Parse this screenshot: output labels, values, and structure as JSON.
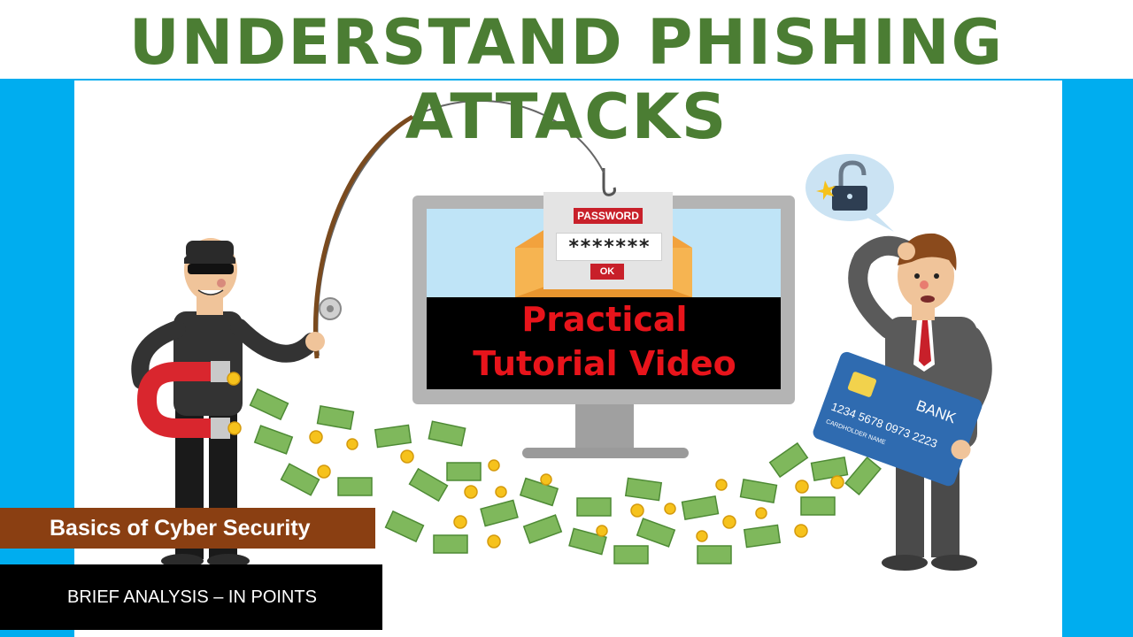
{
  "title": "UNDERSTAND PHISHING ATTACKS",
  "screen": {
    "password_label": "PASSWORD",
    "password_value": "*******",
    "ok_label": "OK",
    "headline_line1": "Practical",
    "headline_line2": "Tutorial Video"
  },
  "card": {
    "bank": "BANK",
    "number": "1234 5678 0973 2223",
    "holder": "CARDHOLDER NAME"
  },
  "badges": {
    "category": "Basics of Cyber Security",
    "subtitle": "BRIEF ANALYSIS  – IN POINTS"
  },
  "colors": {
    "title_green": "#4b7d33",
    "side_blue": "#00adef",
    "badge_brown": "#8a3f12",
    "screen_red": "#e8141b"
  }
}
